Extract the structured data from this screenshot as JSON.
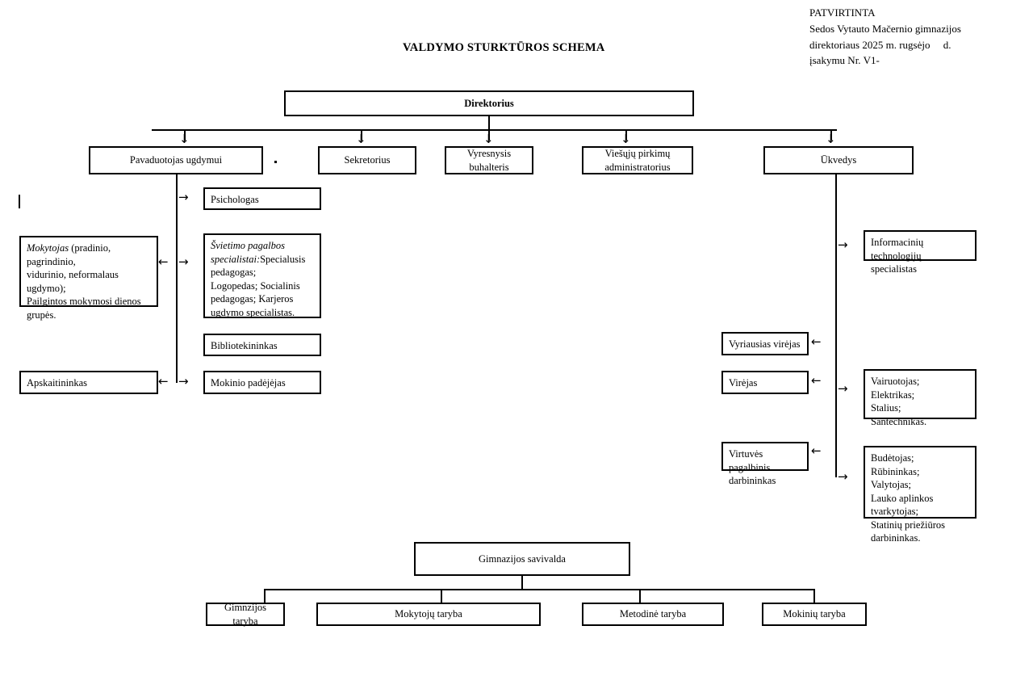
{
  "document": {
    "title": "VALDYMO STURKTŪROS SCHEMA",
    "approval_header": "PATVIRTINTA\nSedos Vytauto Mačernio gimnazijos\ndirektoriaus 2025 m. rugsėjo     d.\nįsakymu Nr. V1-"
  },
  "chart_data": {
    "type": "diagram",
    "title": "VALDYMO STURKTŪROS SCHEMA"
  },
  "nodes": {
    "director": "Direktorius",
    "level2": [
      {
        "label": "Pavaduotojas ugdymui"
      },
      {
        "label": "Sekretorius"
      },
      {
        "label": "Vyresnysis buhalteris"
      },
      {
        "label": "Viešųjų pirkimų\nadministratorius"
      },
      {
        "label": "Ūkvedys"
      }
    ],
    "deputy_right": [
      {
        "label": "Psichologas"
      },
      {
        "label_italic": "Švietimo pagalbos\nspecialistai:",
        "label": "Specialusis pedagogas;\nLogopedas;              Socialinis\npedagogas;  Karjeros\nugdymo specialistas."
      },
      {
        "label": "Bibliotekininkas"
      },
      {
        "label": "Mokinio padėjėjas"
      }
    ],
    "deputy_left": [
      {
        "label_italic": "Mokytojas",
        "label": " (pradinio, pagrindinio,\nvidurinio, neformalaus ugdymo);\nPailgintos mokymosi dienos\ngrupės."
      },
      {
        "label": "Apskaitininkas"
      }
    ],
    "manager_right": [
      {
        "label": "Informacinių technologijų\nspecialistas"
      },
      {
        "label": "Vairuotojas;\nElektrikas;\nStalius;\nSantechnikas."
      },
      {
        "label": "Budėtojas;\nRūbininkas;\nValytojas;\nLauko aplinkos tvarkytojas;\nStatinių priežiūros\ndarbininkas."
      }
    ],
    "manager_left": [
      {
        "label": "Vyriausias virėjas"
      },
      {
        "label": "Virėjas"
      },
      {
        "label": "Virtuvės pagalbinis\ndarbininkas"
      }
    ],
    "self_governance": {
      "root": "Gimnazijos savivalda",
      "children": [
        {
          "label": "Gimnzijos taryba"
        },
        {
          "label": "Mokytojų taryba"
        },
        {
          "label": "Metodinė taryba"
        },
        {
          "label": "Mokinių taryba"
        }
      ]
    }
  },
  "icons": {
    "arrow_down": "↓",
    "arrow_right": "→",
    "arrow_left": "←"
  }
}
